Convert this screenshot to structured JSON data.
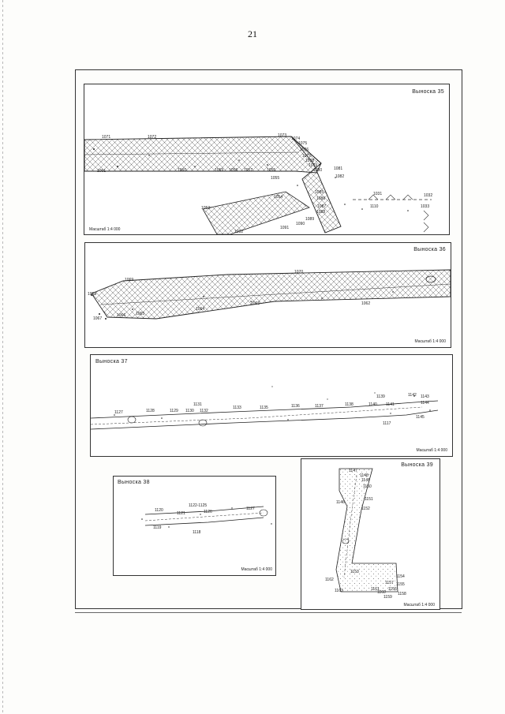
{
  "page_number": "21",
  "panels": [
    {
      "title": "Выноска 35",
      "scale": "Масштаб 1:4 000",
      "points": [
        "1071",
        "1072",
        "1073",
        "1074",
        "1075",
        "1076",
        "1077",
        "1078",
        "1079",
        "1080",
        "1081",
        "1082",
        "1061",
        "1060",
        "1059",
        "1058",
        "1057",
        "1056",
        "1055",
        "1054",
        "1053",
        "1085",
        "1086",
        "1087",
        "1088",
        "1089",
        "1090",
        "1091",
        "1092",
        "1031",
        "1032",
        "1033",
        "1110"
      ]
    },
    {
      "title": "Выноска 36",
      "scale": "Масштаб 1:4 000",
      "points": [
        "1068",
        "1069",
        "1070",
        "1067",
        "1066",
        "1065",
        "1064",
        "1063",
        "1062"
      ]
    },
    {
      "title": "Выноска 37",
      "scale": "Масштаб 1:4 000",
      "points": [
        "1127",
        "1128",
        "1129",
        "1130",
        "1131",
        "1132",
        "1133",
        "1135",
        "1136",
        "1137",
        "1138",
        "1139",
        "1140",
        "1141",
        "1142",
        "1143",
        "1144",
        "1145",
        "1117"
      ]
    },
    {
      "title": "Выноска 38",
      "scale": "Масштаб 1:4 000",
      "points": [
        "1120",
        "1121",
        "1122-1125",
        "1126",
        "1127",
        "1119",
        "1118"
      ]
    },
    {
      "title": "Выноска 39",
      "scale": "Масштаб 1:4 000",
      "points": [
        "1147",
        "1148",
        "1149",
        "1150",
        "1151",
        "1152",
        "1146",
        "1153",
        "1154",
        "1155",
        "1156",
        "1157",
        "1158",
        "1159",
        "1160",
        "1161",
        "1162",
        "1163"
      ]
    }
  ]
}
